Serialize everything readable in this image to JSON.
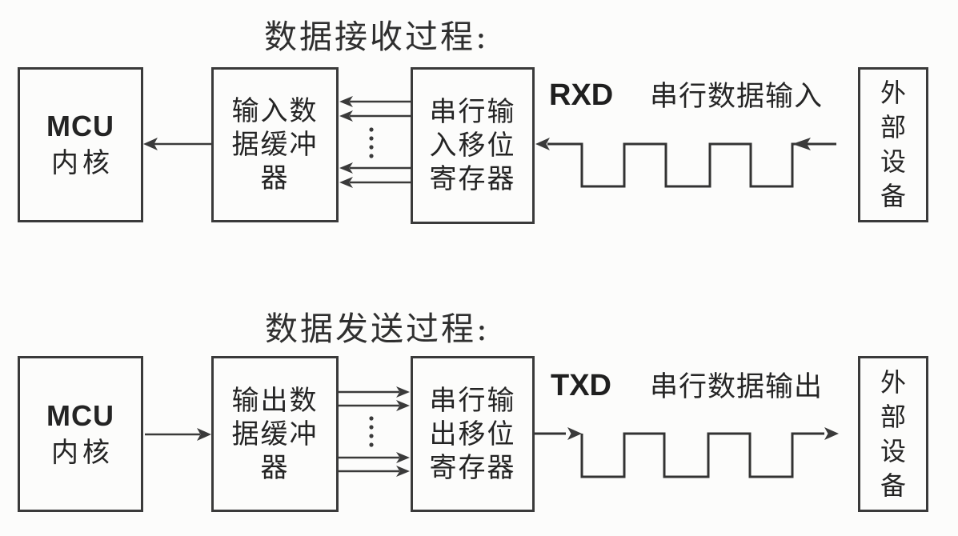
{
  "colors": {
    "line": "#3a3a3a",
    "text": "#262626",
    "background": "#fcfcfb"
  },
  "reception": {
    "title": "数据接收过程:",
    "mcu": {
      "lines": [
        "MCU",
        "内核"
      ]
    },
    "buffer": {
      "lines": [
        "输入数",
        "据缓冲",
        "器"
      ]
    },
    "shift_register": {
      "lines": [
        "串行输",
        "入移位",
        "寄存器"
      ]
    },
    "external_device": {
      "chars": [
        "外",
        "部",
        "设",
        "备"
      ]
    },
    "signal_label": "RXD",
    "data_label": "串行数据输入"
  },
  "transmission": {
    "title": "数据发送过程:",
    "mcu": {
      "lines": [
        "MCU",
        "内核"
      ]
    },
    "buffer": {
      "lines": [
        "输出数",
        "据缓冲",
        "器"
      ]
    },
    "shift_register": {
      "lines": [
        "串行输",
        "出移位",
        "寄存器"
      ]
    },
    "external_device": {
      "chars": [
        "外",
        "部",
        "设",
        "备"
      ]
    },
    "signal_label": "TXD",
    "data_label": "串行数据输出"
  }
}
